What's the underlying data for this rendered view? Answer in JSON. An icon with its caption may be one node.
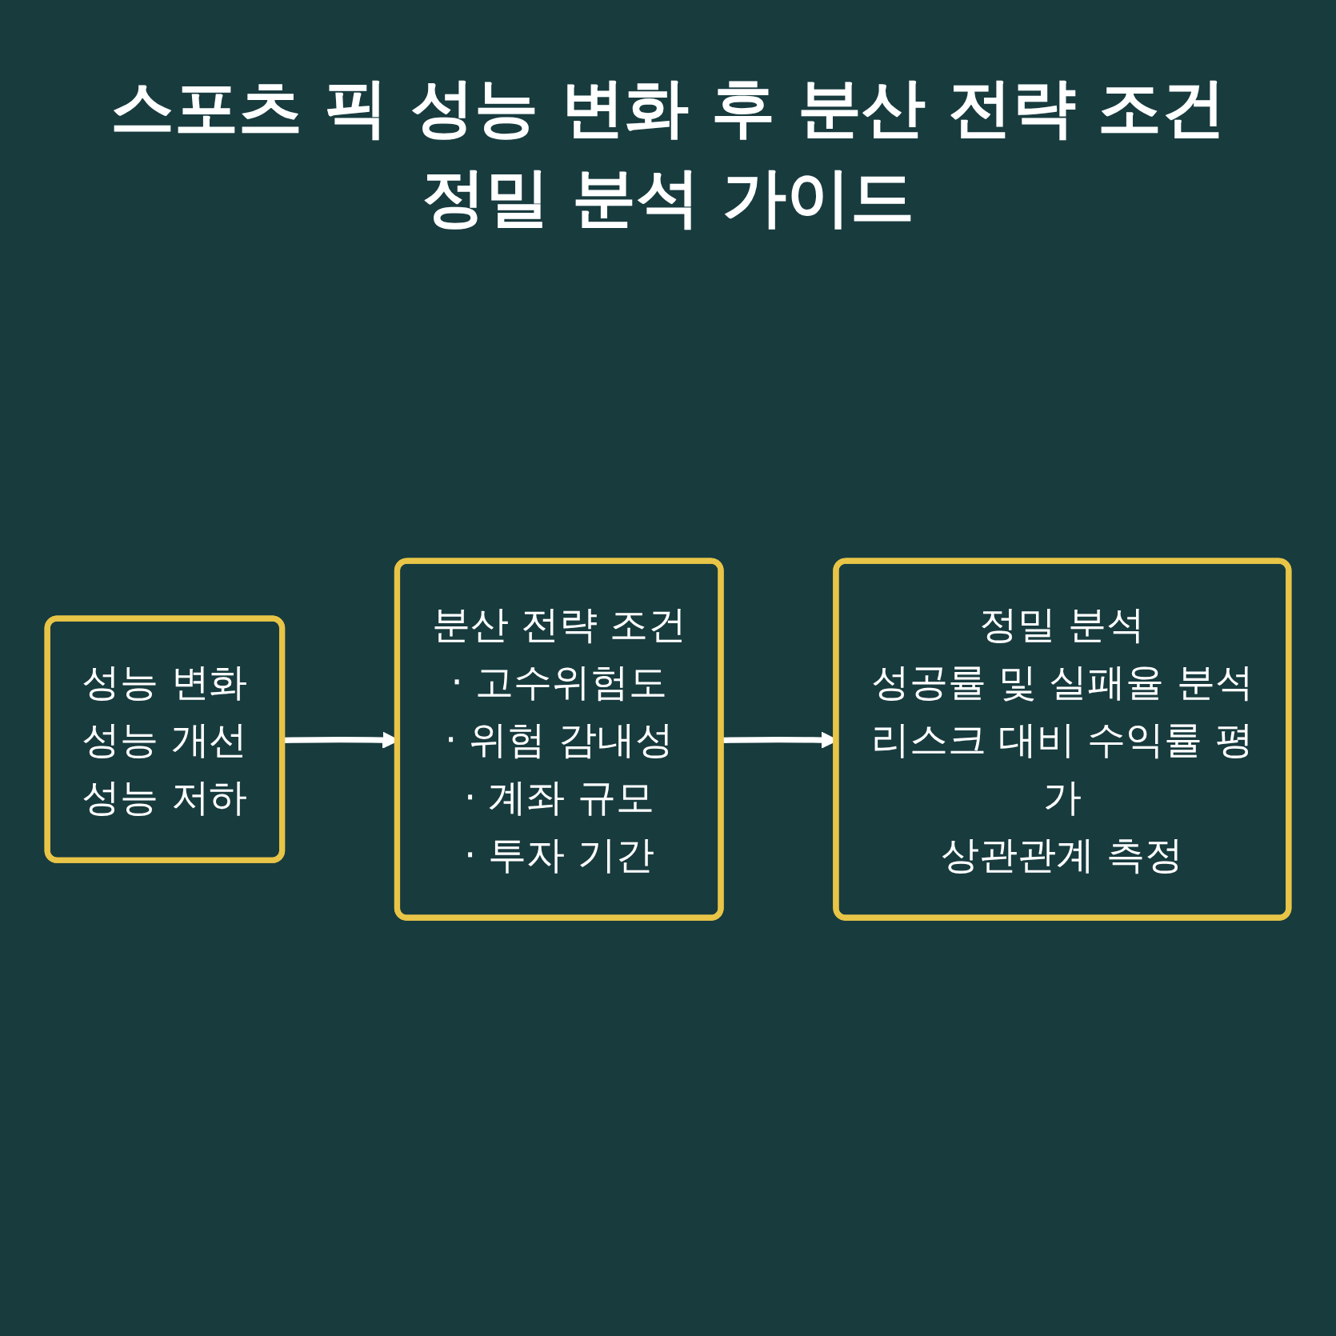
{
  "diagram": {
    "title": "스포츠 픽 성능 변화 후 분산 전략 조건 정밀 분석 가이드",
    "nodes": [
      {
        "text": [
          "성능 변화",
          "성능 개선",
          "성능 저하"
        ]
      },
      {
        "text": [
          "분산 전략 조건",
          "· 고수위험도",
          "· 위험 감내성",
          "· 계좌 규모",
          "· 투자 기간"
        ]
      },
      {
        "text": [
          "정밀 분석",
          "성공률 및 실패율 분석",
          "리스크 대비 수익률 평가",
          "상관관계 측정"
        ]
      }
    ],
    "edges": [
      {
        "from": 0,
        "to": 1,
        "arrow": "to"
      },
      {
        "from": 1,
        "to": 2,
        "arrow": "to"
      }
    ]
  }
}
